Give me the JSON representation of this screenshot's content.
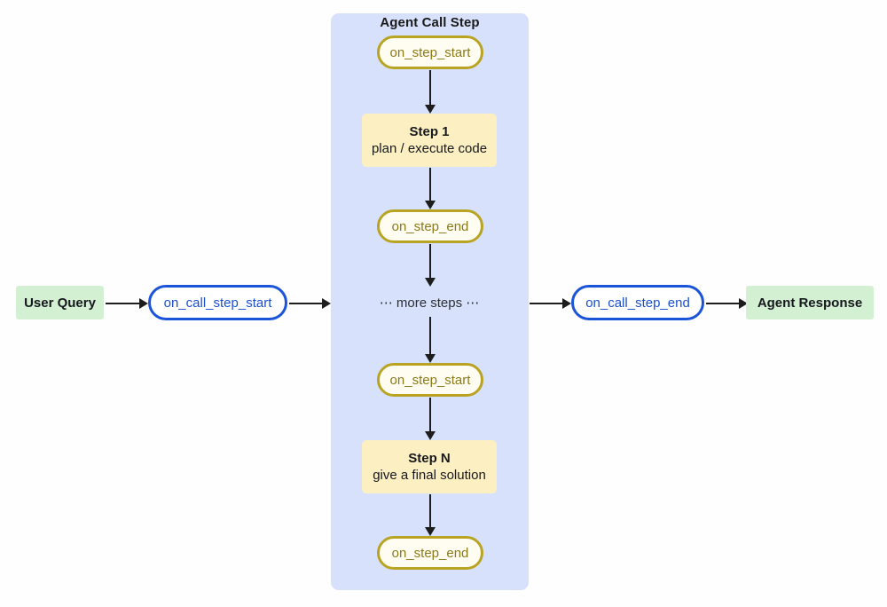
{
  "diagram": {
    "title": "Agent Call Step",
    "background_color": "#fefefe",
    "subgraph_color": "#d8e1fb",
    "colors": {
      "terminal_green": "#d3f0d3",
      "callback_blue_border": "#1a54d8",
      "callback_blue_text": "#1a4fd0",
      "step_callback_gold_border": "#b8a422",
      "step_callback_gold_text": "#8a7a18",
      "step_box_yellow": "#fcf0c2",
      "arrow": "#1d1d1d"
    },
    "nodes": {
      "user_query": "User Query",
      "on_call_step_start": "on_call_step_start",
      "on_step_start_first": "on_step_start",
      "step_1_title": "Step 1",
      "step_1_subtitle": "plan / execute code",
      "on_step_end_first": "on_step_end",
      "more_steps": "⋯ more steps ⋯",
      "on_step_start_last": "on_step_start",
      "step_n_title": "Step N",
      "step_n_subtitle": "give a final solution",
      "on_step_end_last": "on_step_end",
      "on_call_step_end": "on_call_step_end",
      "agent_response": "Agent Response"
    }
  }
}
